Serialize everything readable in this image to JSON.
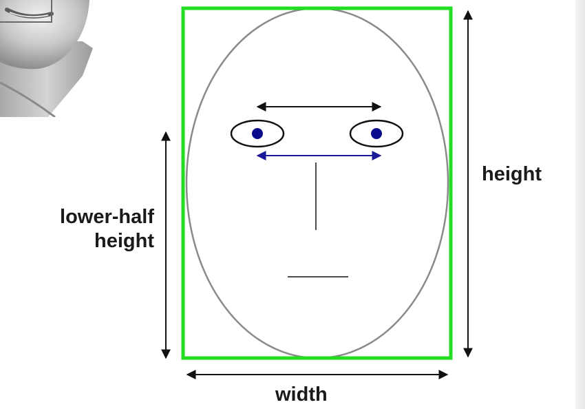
{
  "labels": {
    "height": "height",
    "lower_half_line1": "lower-half",
    "lower_half_line2": "height",
    "width": "width"
  },
  "colors": {
    "bounding_box": "#22dd22",
    "face_outline": "#8a8a8a",
    "pupil": "#0a0a8c",
    "inter_eye_arrow": "#1a1a99",
    "arrow": "#111111"
  }
}
